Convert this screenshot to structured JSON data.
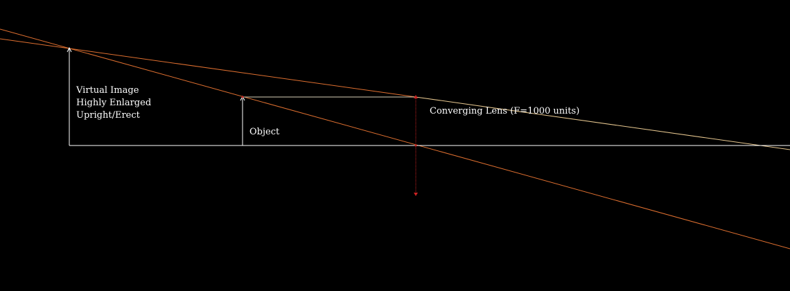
{
  "colors": {
    "background": "#000000",
    "axis": "#ffffff",
    "ray": "#e07030",
    "ray_faint": "#e8a060",
    "lens": "#cc2222",
    "text": "#ffffff"
  },
  "labels": {
    "virtual_image": [
      "Virtual Image",
      "Highly Enlarged",
      "Upright/Erect"
    ],
    "object": "Object",
    "lens": "Converging Lens (F=1000 units)"
  }
}
